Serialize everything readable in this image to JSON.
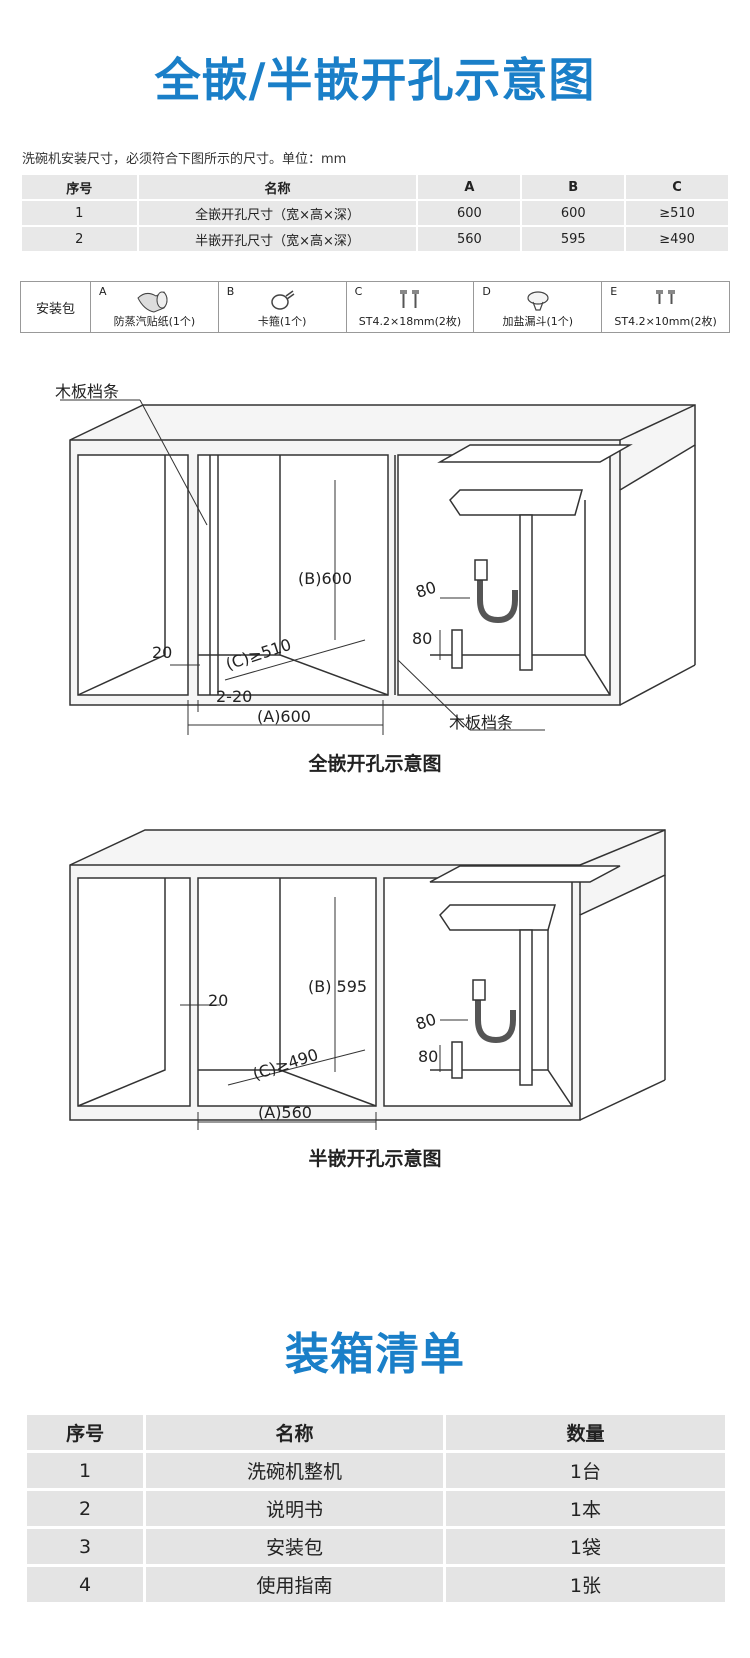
{
  "title": "全嵌/半嵌开孔示意图",
  "intro": "洗碗机安装尺寸，必须符合下图所示的尺寸。单位：mm",
  "spec_table": {
    "headers": [
      "序号",
      "名称",
      "A",
      "B",
      "C"
    ],
    "rows": [
      [
        "1",
        "全嵌开孔尺寸（宽×高×深）",
        "600",
        "600",
        "≥510"
      ],
      [
        "2",
        "半嵌开孔尺寸（宽×高×深）",
        "560",
        "595",
        "≥490"
      ]
    ]
  },
  "install_kit": {
    "label": "安装包",
    "items": [
      {
        "letter": "A",
        "name": "防蒸汽贴纸(1个)",
        "icon": "sticker-roll-icon"
      },
      {
        "letter": "B",
        "name": "卡箍(1个)",
        "icon": "hose-clamp-icon"
      },
      {
        "letter": "C",
        "name": "ST4.2×18mm(2枚)",
        "icon": "screw-pair-icon"
      },
      {
        "letter": "D",
        "name": "加盐漏斗(1个)",
        "icon": "salt-funnel-icon"
      },
      {
        "letter": "E",
        "name": "ST4.2×10mm(2枚)",
        "icon": "screw-pair-icon"
      }
    ]
  },
  "diagram_full": {
    "caption": "全嵌开孔示意图",
    "board_label_top": "木板档条",
    "board_label_bottom": "木板档条",
    "dim_height": "(B)600",
    "dim_depth": "(C)≥510",
    "dim_width": "(A)600",
    "dim_gap": "20",
    "dim_gap_range": "2-20",
    "dim_pipe_1": "80",
    "dim_pipe_2": "80"
  },
  "diagram_half": {
    "caption": "半嵌开孔示意图",
    "dim_height": "(B) 595",
    "dim_depth": "(C)≥490",
    "dim_width": "(A)560",
    "dim_gap": "20",
    "dim_pipe_1": "80",
    "dim_pipe_2": "80"
  },
  "packing_title": "装箱清单",
  "packing_table": {
    "headers": [
      "序号",
      "名称",
      "数量"
    ],
    "rows": [
      [
        "1",
        "洗碗机整机",
        "1台"
      ],
      [
        "2",
        "说明书",
        "1本"
      ],
      [
        "3",
        "安装包",
        "1袋"
      ],
      [
        "4",
        "使用指南",
        "1张"
      ]
    ]
  },
  "colors": {
    "accent": "#1a7fc8",
    "cell_bg": "#e8e8e8"
  }
}
